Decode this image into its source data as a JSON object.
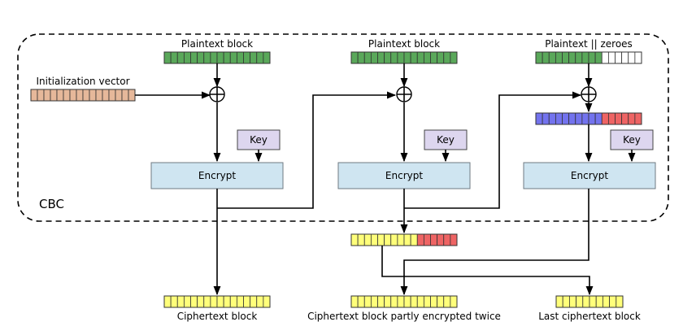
{
  "frame_label": "CBC",
  "labels": {
    "plaintext_1": "Plaintext block",
    "plaintext_2": "Plaintext block",
    "plaintext_3": "Plaintext || zeroes",
    "iv": "Initialization vector",
    "key_1": "Key",
    "key_2": "Key",
    "key_3": "Key",
    "encrypt_1": "Encrypt",
    "encrypt_2": "Encrypt",
    "encrypt_3": "Encrypt",
    "ciphertext_1": "Ciphertext block",
    "ciphertext_2": "Ciphertext block partly encrypted twice",
    "ciphertext_3": "Last ciphertext block"
  },
  "colors": {
    "plaintext": "#5aa85a",
    "iv": "#e6b89a",
    "ciphertext": "#ffff7a",
    "red": "#ee6464",
    "blue": "#7373ee",
    "white": "#ffffff"
  }
}
